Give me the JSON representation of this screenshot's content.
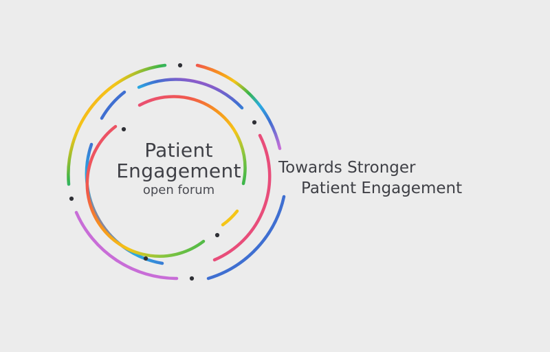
{
  "logo": {
    "title_line_1": "Patient",
    "title_line_2": "Engagement",
    "subtitle": "open forum",
    "mark_description_colors": [
      "#f15a4a",
      "#f7941d",
      "#f5c518",
      "#8cc63f",
      "#39b54a",
      "#29abe2",
      "#3f6fd1",
      "#8e5bc9",
      "#c86dd7",
      "#e84d7a"
    ],
    "dot_color": "#2f3036"
  },
  "tagline": {
    "line_1": "Towards Stronger",
    "line_2": "Patient Engagement"
  }
}
